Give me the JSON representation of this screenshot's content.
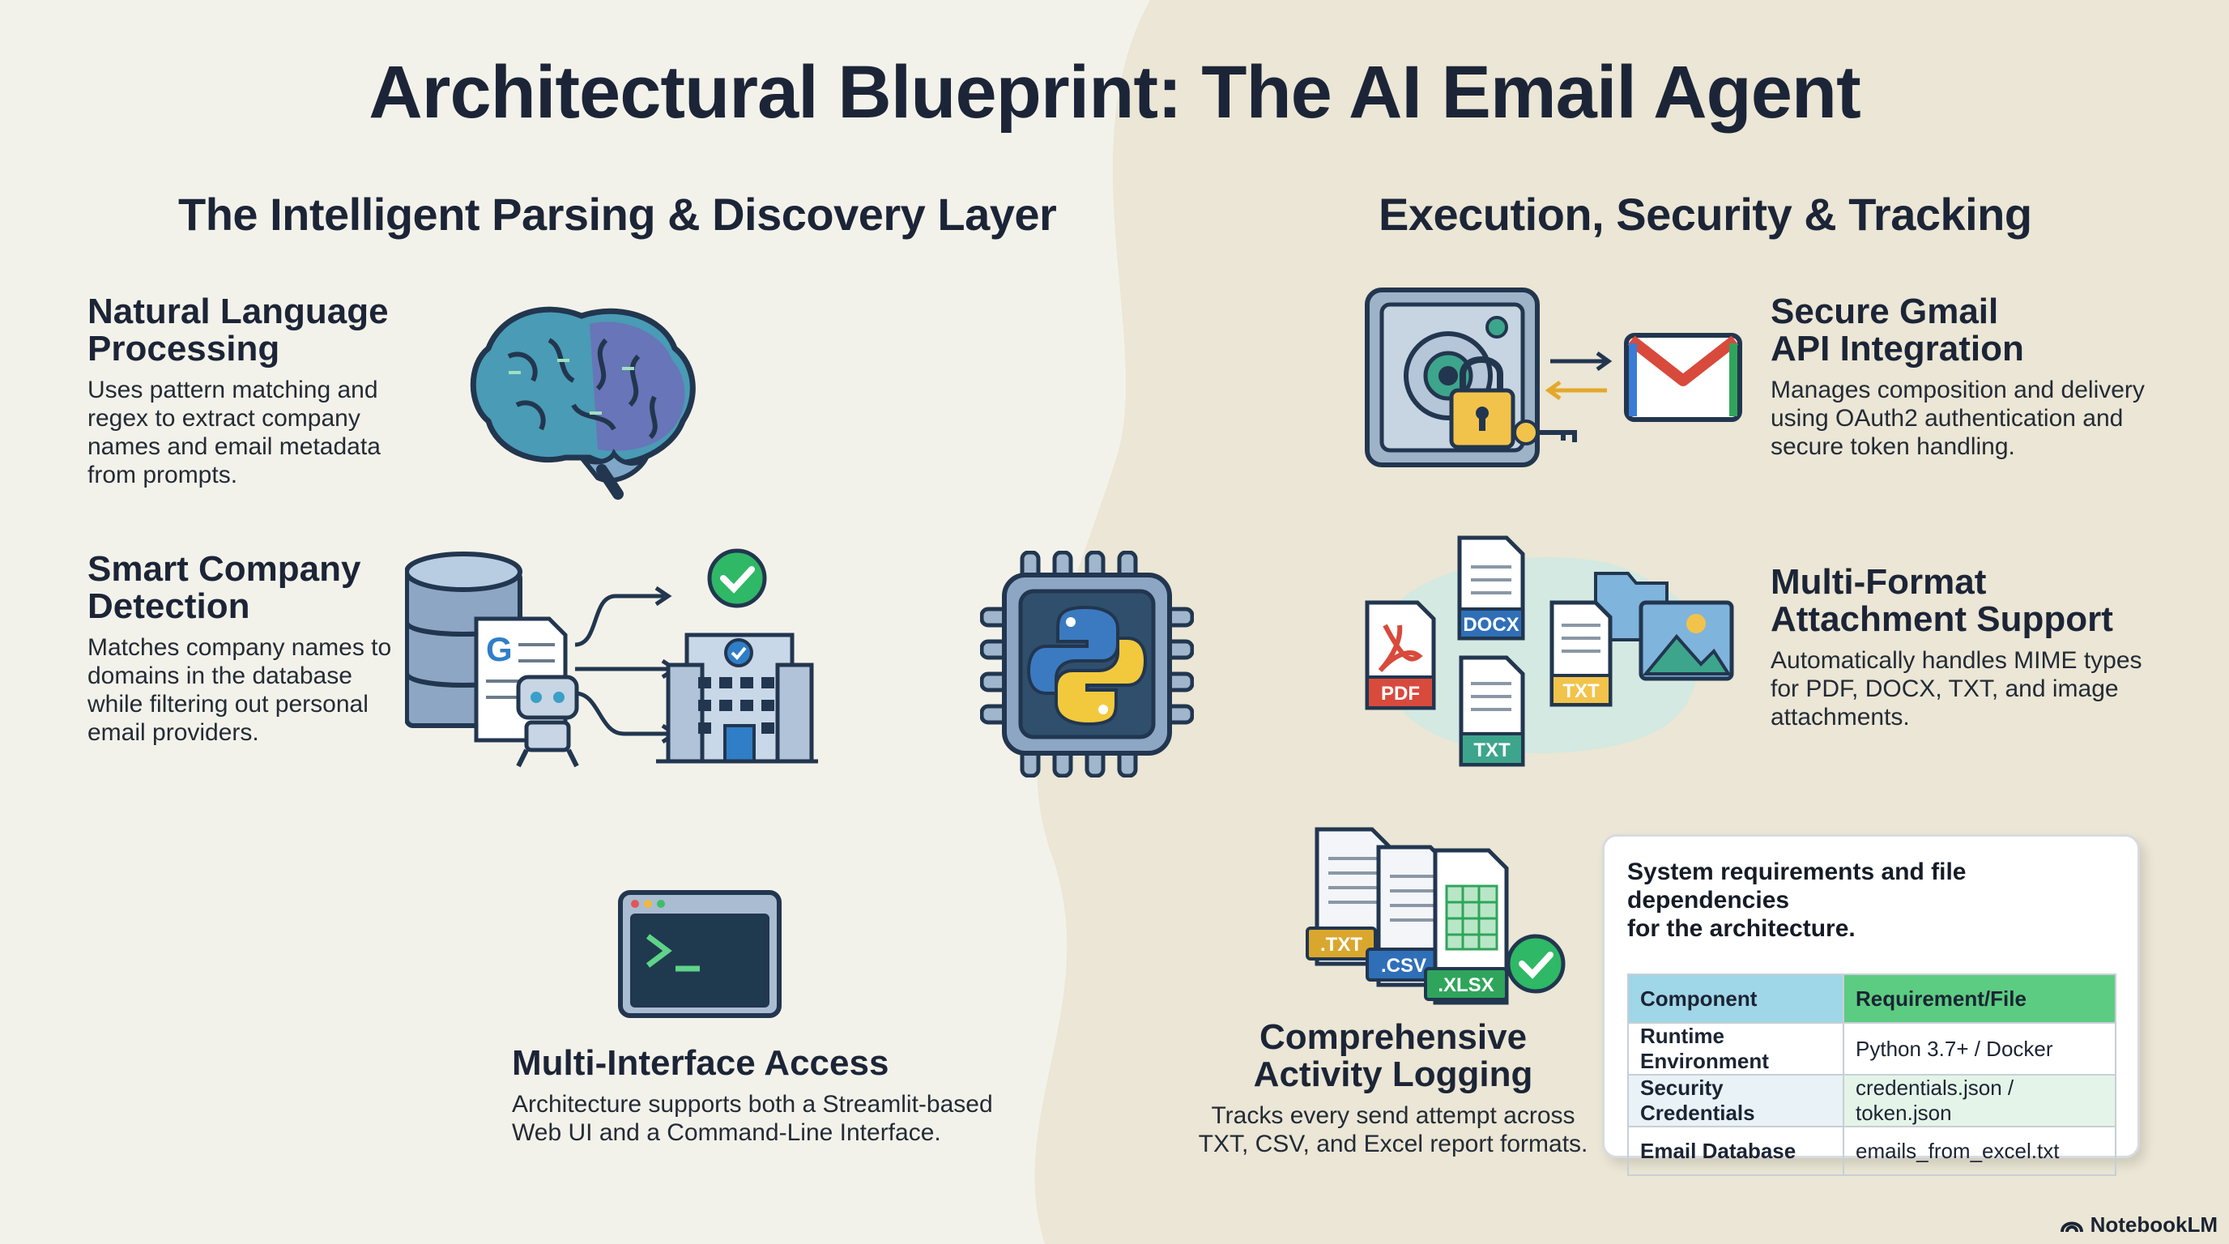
{
  "header": {
    "title": "Architectural Blueprint: The AI Email Agent"
  },
  "left_section": {
    "title": "The Intelligent Parsing & Discovery Layer",
    "features": [
      {
        "title_line1": "Natural Language",
        "title_line2": "Processing",
        "desc_lines": [
          "Uses pattern matching and",
          "regex to extract company",
          "names and email metadata",
          "from prompts."
        ],
        "icon": "brain-icon"
      },
      {
        "title_line1": "Smart Company",
        "title_line2": "Detection",
        "desc_lines": [
          "Matches company names to",
          "domains in the database",
          "while filtering out personal",
          "email providers."
        ],
        "icon": "database-robot-building-icon"
      },
      {
        "title_line1": "Multi-Interface Access",
        "desc_lines": [
          "Architecture supports both a Streamlit-based",
          "Web UI and a Command-Line Interface."
        ],
        "icon": "terminal-icon"
      }
    ]
  },
  "center": {
    "icon": "python-chip-icon"
  },
  "right_section": {
    "title": "Execution, Security & Tracking",
    "features": [
      {
        "title_line1": "Secure Gmail",
        "title_line2": "API Integration",
        "desc_lines": [
          "Manages composition and delivery",
          "using OAuth2 authentication and",
          "secure token handling."
        ],
        "icon": "safe-lock-gmail-icon"
      },
      {
        "title_line1": "Multi-Format",
        "title_line2": "Attachment Support",
        "desc_lines": [
          "Automatically handles MIME types",
          "for PDF, DOCX, TXT, and image",
          "attachments."
        ],
        "icon": "file-types-icon",
        "file_labels": [
          "PDF",
          "DOCX",
          "TXT",
          "TXT"
        ]
      },
      {
        "title_line1": "Comprehensive",
        "title_line2": "Activity Logging",
        "desc_lines": [
          "Tracks every send attempt across",
          "TXT, CSV, and Excel report formats."
        ],
        "icon": "log-files-icon",
        "file_labels": [
          ".TXT",
          ".CSV",
          ".XLSX"
        ]
      }
    ]
  },
  "requirements_card": {
    "caption_line1": "System requirements and file dependencies",
    "caption_line2": "for the architecture.",
    "headers": [
      "Component",
      "Requirement/File"
    ],
    "rows": [
      [
        "Runtime Environment",
        "Python 3.7+ / Docker"
      ],
      [
        "Security Credentials",
        "credentials.json / token.json"
      ],
      [
        "Email Database",
        "emails_from_excel.txt"
      ]
    ]
  },
  "footer": {
    "brand": "NotebookLM"
  }
}
